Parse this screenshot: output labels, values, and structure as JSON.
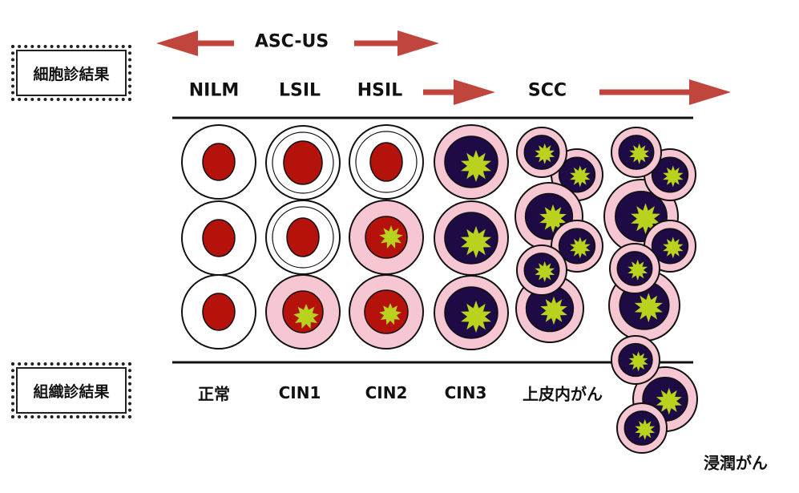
{
  "cytology_label": "細胞診結果",
  "histology_label": "組織診結果",
  "ascus_label": "ASC-US",
  "cytology_categories": [
    "NILM",
    "LSIL",
    "HSIL",
    "SCC"
  ],
  "histology_categories": [
    "正常",
    "CIN1",
    "CIN2",
    "CIN3",
    "上皮内がん"
  ],
  "invasive_label": "浸潤がん",
  "colors": {
    "arrow": "#c0453d",
    "nucleus_normal": "#b5120c",
    "nucleus_cancer": "#1e0b45",
    "cytoplasm_abnormal": "#f6c6d3",
    "atypia_star": "#b8d21e",
    "outline": "#111111"
  }
}
